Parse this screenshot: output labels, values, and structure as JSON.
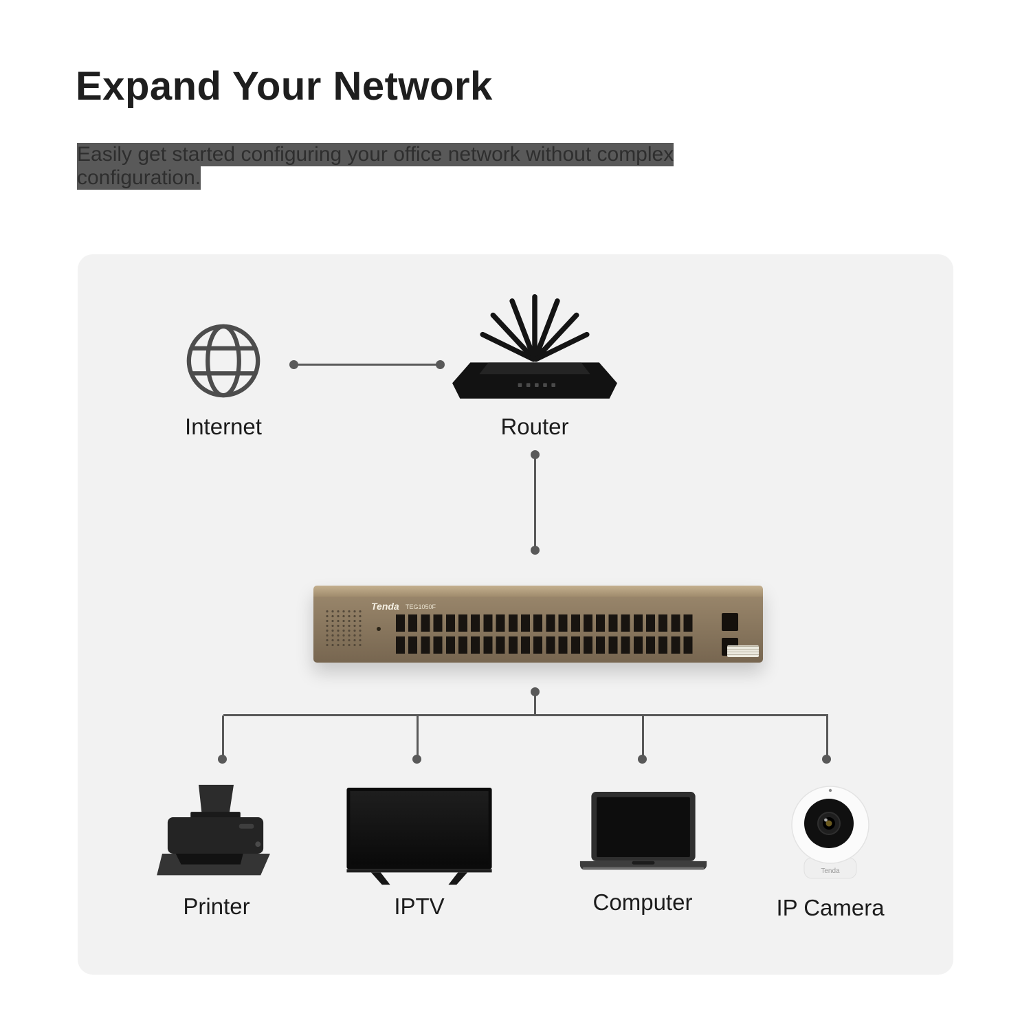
{
  "page": {
    "title": "Expand Your Network",
    "subtitle_line1": "Easily get started configuring your office network without complex",
    "subtitle_line2": "configuration."
  },
  "diagram": {
    "internet_label": "Internet",
    "router_label": "Router",
    "printer_label": "Printer",
    "iptv_label": "IPTV",
    "computer_label": "Computer",
    "ip_camera_label": "IP Camera",
    "switch": {
      "brand": "Tenda",
      "model": "TEG1050F"
    },
    "camera_brand": "Tenda"
  },
  "colors": {
    "page_bg": "#ffffff",
    "panel_bg": "#f2f2f2",
    "title_color": "#1e1e1e",
    "body_text": "#2e2e2e",
    "connector": "#595959",
    "switch_top": "#b9a584",
    "switch_front": "#8a775c",
    "device_dark": "#1c1c1c"
  }
}
